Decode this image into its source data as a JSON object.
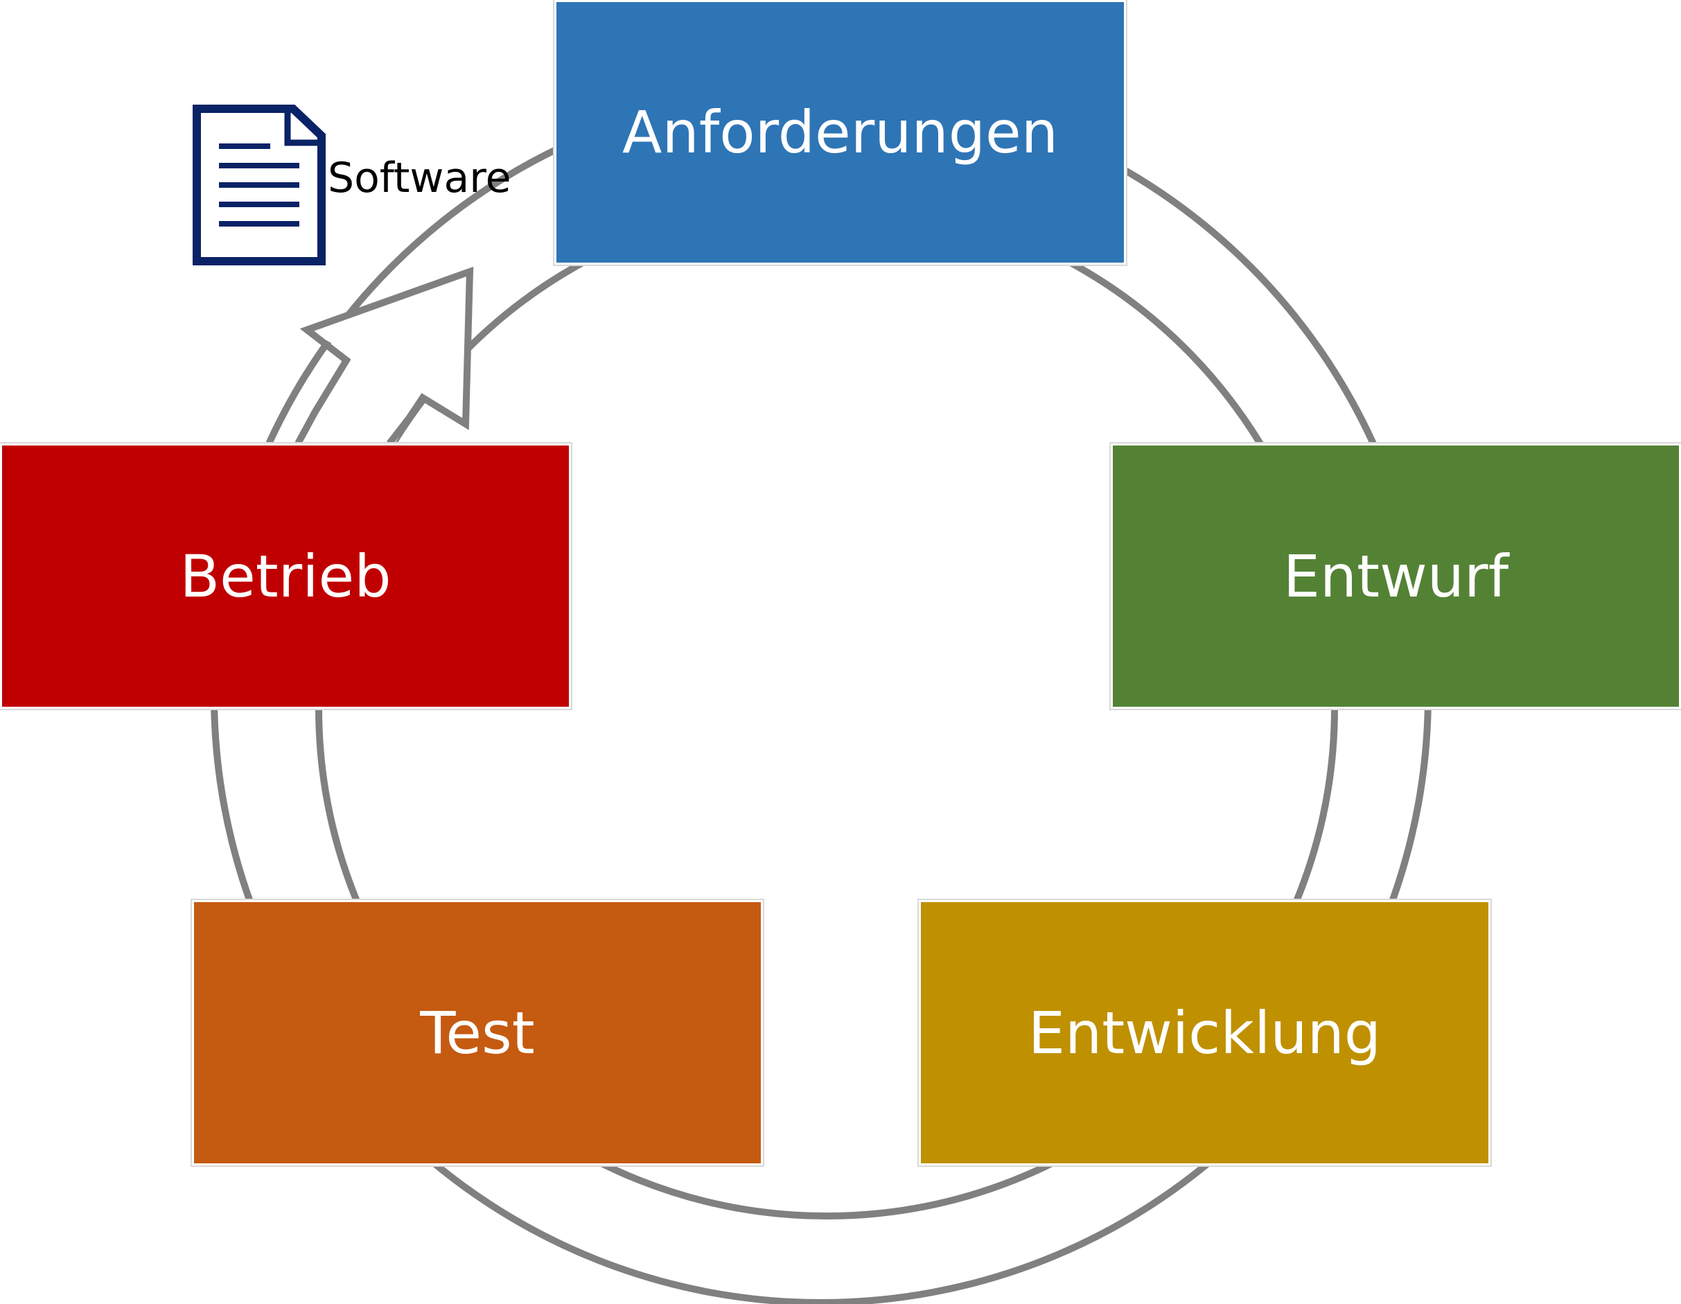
{
  "stages": {
    "anforderungen": {
      "label": "Anforderungen",
      "color": "#2e75b6"
    },
    "entwurf": {
      "label": "Entwurf",
      "color": "#548235"
    },
    "entwicklung": {
      "label": "Entwicklung",
      "color": "#bf9000"
    },
    "test": {
      "label": "Test",
      "color": "#c55a11"
    },
    "betrieb": {
      "label": "Betrieb",
      "color": "#c00000"
    }
  },
  "output": {
    "label": "Software",
    "icon": "document-icon",
    "icon_color": "#0a2266"
  },
  "cycle": {
    "ring_color": "#808080",
    "arrow_icon": "curved-arrow-icon"
  }
}
